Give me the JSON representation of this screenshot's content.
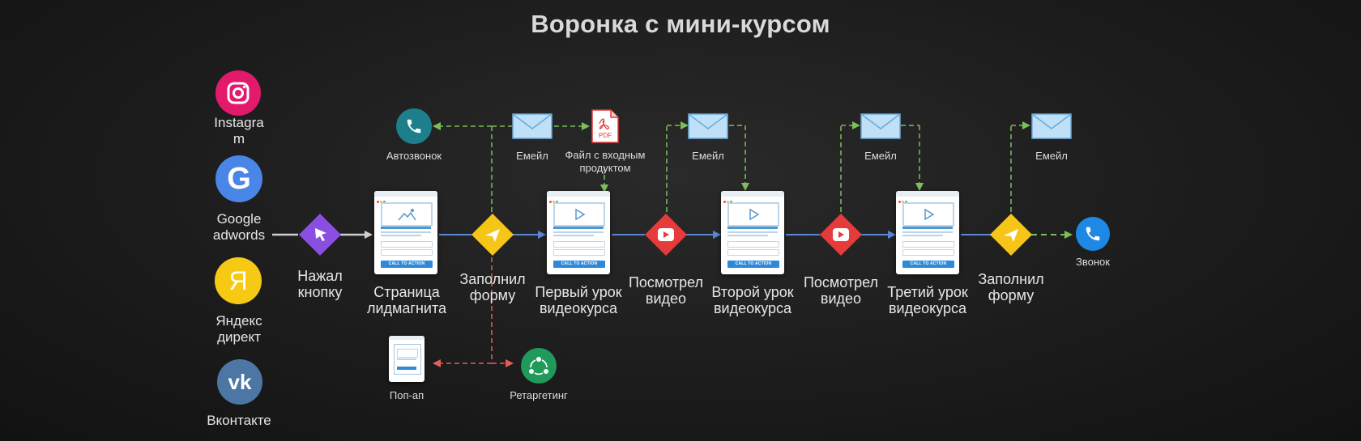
{
  "title": "Воронка с мини-курсом",
  "sources": [
    {
      "label_l1": "Instagra",
      "label_l2": "m",
      "icon": "instagram-icon",
      "color": "#e3196b"
    },
    {
      "label_l1": "Google",
      "label_l2": "adwords",
      "icon": "google-icon",
      "color": "#4a86e8"
    },
    {
      "label_l1": "Яндекс",
      "label_l2": "директ",
      "icon": "yandex-icon",
      "color": "#f6c915"
    },
    {
      "label_l1": "Вконтакте",
      "label_l2": "",
      "icon": "vk-icon",
      "color": "#4c76a4"
    }
  ],
  "steps": {
    "click": {
      "l1": "Нажал",
      "l2": "кнопку"
    },
    "leadmagnet": {
      "l1": "Страница",
      "l2": "лидмагнита"
    },
    "form1": {
      "l1": "Заполнил",
      "l2": "форму"
    },
    "lesson1": {
      "l1": "Первый урок",
      "l2": "видеокурса"
    },
    "watched1": {
      "l1": "Посмотрел",
      "l2": "видео"
    },
    "lesson2": {
      "l1": "Второй урок",
      "l2": "видеокурса"
    },
    "watched2": {
      "l1": "Посмотрел",
      "l2": "видео"
    },
    "lesson3": {
      "l1": "Третий урок",
      "l2": "видеокурса"
    },
    "form2": {
      "l1": "Заполнил",
      "l2": "форму"
    }
  },
  "side_nodes": {
    "autocall": "Автозвонок",
    "email1": "Емейл",
    "pdf_l1": "Файл с входным",
    "pdf_l2": "продуктом",
    "pdf_badge": "PDF",
    "email2": "Емейл",
    "email3": "Емейл",
    "email4": "Емейл",
    "call": "Звонок",
    "popup": "Поп-ап",
    "retargeting": "Ретаргетинг"
  },
  "page_cta": "CALL TO ACTION",
  "colors": {
    "solid_arrow": "#5b86d4",
    "gray_arrow": "#cfcfcf",
    "green_dash": "#7cbf5a",
    "red_dash": "#e0605a",
    "diamond_purple": "#8a4fe0",
    "diamond_yellow": "#f5c518",
    "diamond_red": "#e63b3b",
    "autocall_teal": "#1d7f8c",
    "call_blue": "#1e88e5",
    "retarget_green": "#1f9a5a"
  }
}
